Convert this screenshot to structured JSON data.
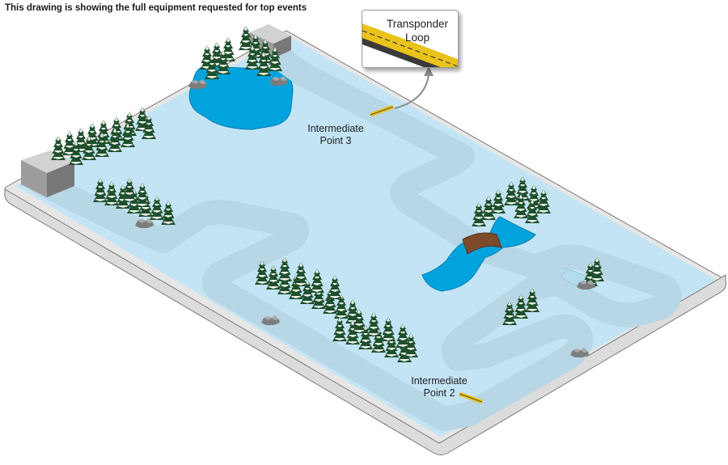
{
  "caption": "This drawing is showing the full equipment requested for top events",
  "labels": {
    "intermediate_point_3": [
      "Intermediate",
      "Point 3"
    ],
    "intermediate_point_2": [
      "Intermediate",
      "Point 2"
    ]
  },
  "callout": {
    "title_lines": [
      "Transponder",
      "Loop"
    ]
  },
  "colors": {
    "snow_field": "#c3e4f5",
    "track": "#eef8fd",
    "track_edge": "#b7d6e6",
    "water": "#00a3dd",
    "tree": "#1f4f2b",
    "bridge": "#7d4a2b",
    "loop": "#e9c21a",
    "building": "#a9a9a9"
  },
  "icons": [
    "tree-icon",
    "rock-icon",
    "building-icon",
    "bridge-icon",
    "transponder-loop-icon"
  ]
}
